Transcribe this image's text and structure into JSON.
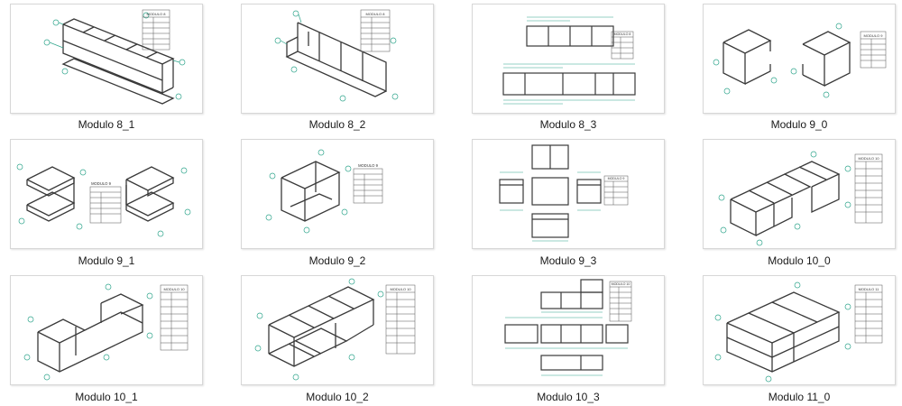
{
  "thumbnails": [
    {
      "label": "Modulo 8_1",
      "title": "MODULO 8",
      "style": "iso-long-open"
    },
    {
      "label": "Modulo 8_2",
      "title": "MODULO 8",
      "style": "iso-panels"
    },
    {
      "label": "Modulo 8_3",
      "title": "MODULO 8",
      "style": "ortho-views"
    },
    {
      "label": "Modulo 9_0",
      "title": "MODULO 9",
      "style": "iso-two-boxes"
    },
    {
      "label": "Modulo 9_1",
      "title": "MODULO 9",
      "style": "iso-two-open"
    },
    {
      "label": "Modulo 9_2",
      "title": "MODULO 9",
      "style": "iso-single"
    },
    {
      "label": "Modulo 9_3",
      "title": "MODULO 9",
      "style": "ortho-cross"
    },
    {
      "label": "Modulo 10_0",
      "title": "MODULO 10",
      "style": "iso-l-shape"
    },
    {
      "label": "Modulo 10_1",
      "title": "MODULO 10",
      "style": "iso-frame-l"
    },
    {
      "label": "Modulo 10_2",
      "title": "MODULO 10",
      "style": "iso-grid"
    },
    {
      "label": "Modulo 10_3",
      "title": "MODULO 10",
      "style": "ortho-l"
    },
    {
      "label": "Modulo 11_0",
      "title": "MODULO 11",
      "style": "iso-large-box"
    }
  ],
  "colors": {
    "line": "#3a3a3a",
    "callout": "#2fa58c",
    "border": "#d7d7d7"
  }
}
